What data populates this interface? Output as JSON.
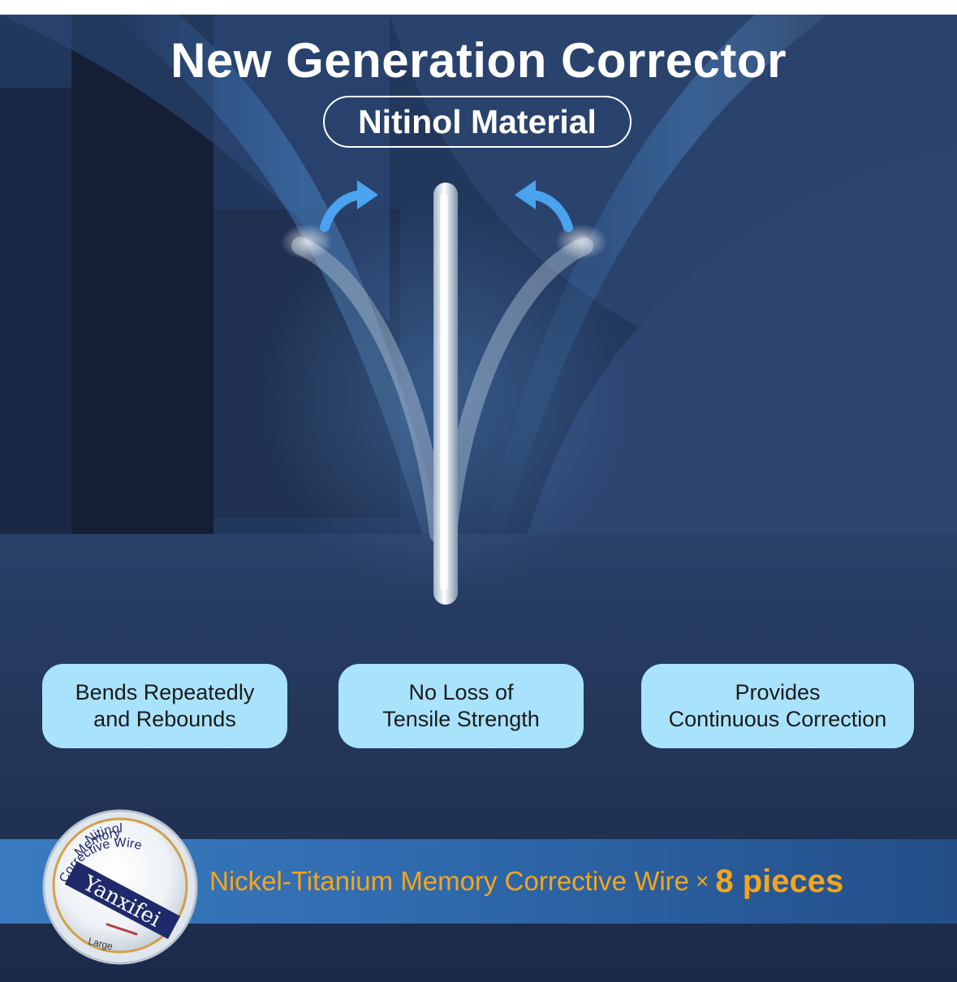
{
  "header": {
    "title": "New Generation Corrector",
    "subtitle": "Nitinol Material"
  },
  "features": [
    {
      "line1": "Bends Repeatedly",
      "line2": "and Rebounds"
    },
    {
      "line1": "No Loss of",
      "line2": "Tensile Strength"
    },
    {
      "line1": "Provides",
      "line2": "Continuous Correction"
    }
  ],
  "banner": {
    "text": "Nickel-Titanium Memory Corrective Wire",
    "times": "×",
    "count": "8 pieces"
  },
  "product_label": {
    "line1": "Nitinol",
    "line2": "Memory",
    "line3": "Corrective Wire",
    "brand": "Yanxifei",
    "size": "Large"
  },
  "colors": {
    "background": "#1e2f50",
    "feature_box": "#a9e3fb",
    "banner_text": "#f5a51c",
    "arrow": "#4aa3ee"
  },
  "icons": [
    "curved-arrow-left-icon",
    "curved-arrow-right-icon"
  ]
}
